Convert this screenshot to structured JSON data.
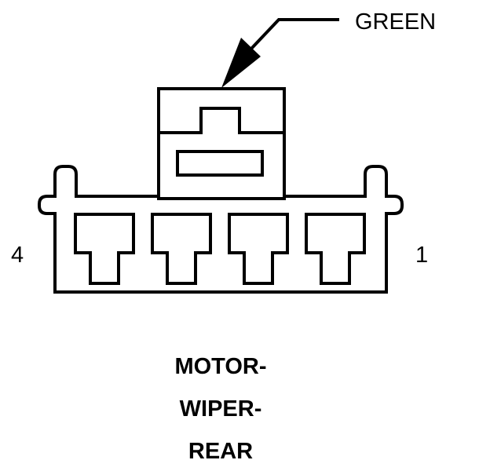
{
  "connector": {
    "wire_color": "GREEN",
    "pin_left": "4",
    "pin_right": "1",
    "cavity_count": 4,
    "title_lines": [
      "MOTOR-",
      "WIPER-",
      "REAR"
    ]
  },
  "colors": {
    "line": "#000000",
    "background": "#ffffff"
  }
}
